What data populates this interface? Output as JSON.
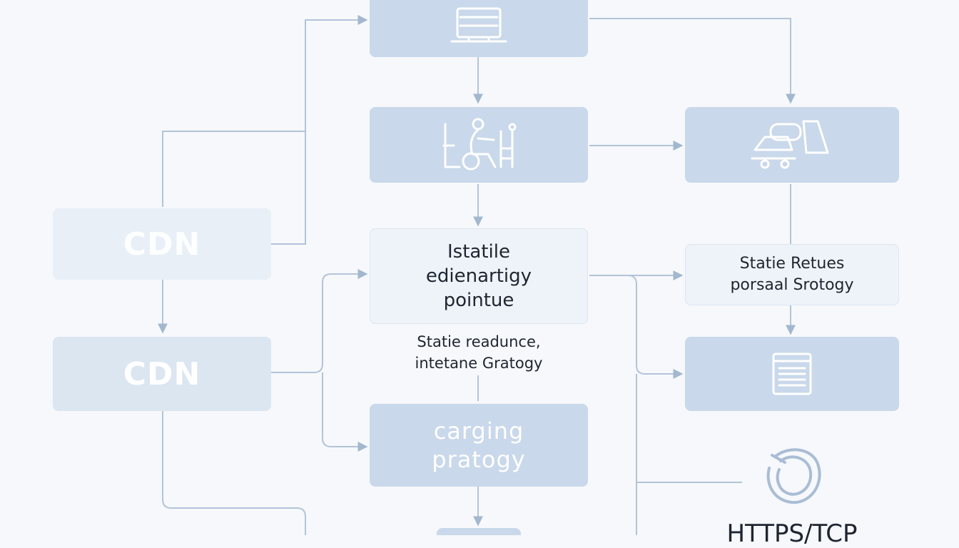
{
  "nodes": {
    "cdn_top": {
      "label": "CDN"
    },
    "cdn_bottom": {
      "label": "CDN"
    },
    "strategy_center": {
      "line1": "Istatile",
      "line2": "edienartigy",
      "line3": "pointue"
    },
    "readunce_caption": {
      "line1": "Statie readunce,",
      "line2": "intetane Gratogy"
    },
    "caching": {
      "line1": "carging",
      "line2": "pratogy"
    },
    "retues_right": {
      "line1": "Statie Retues",
      "line2": "porsaal Srotogy"
    },
    "https_tcp": {
      "label": "HTTPS/TCP"
    }
  },
  "icons": {
    "top_center": "laptop-icon",
    "mid_center": "worker-icon",
    "top_right": "vehicles-icon",
    "bottom_right": "document-icon",
    "https": "ring-icon"
  },
  "colors": {
    "box_fill": "#c9d8ea",
    "box_pale": "#e9eff7",
    "connector": "#a3b7ce",
    "text_dark": "#1f2530"
  }
}
